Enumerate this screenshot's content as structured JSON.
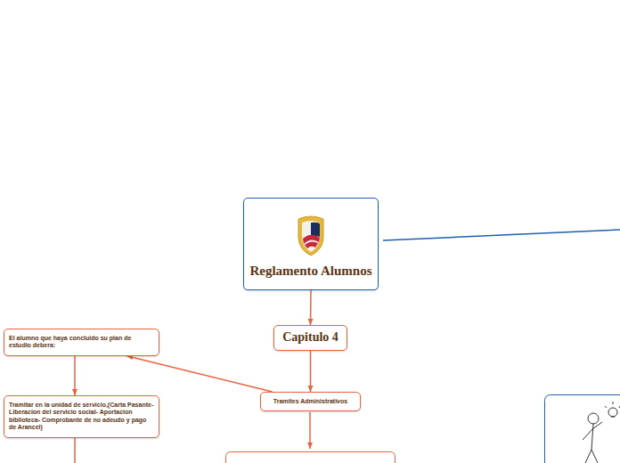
{
  "diagram": {
    "nodes": [
      {
        "text": [
          "Reglamento Alumnos"
        ]
      },
      {
        "text": [
          "Capitulo 4"
        ]
      },
      {
        "text": [
          "Tramites Administrativos"
        ]
      },
      {
        "text": [
          "El alumno que haya concluido su plan de estudio debera:"
        ]
      },
      {
        "text": [
          "Tramitar en la unidad de servicio,(Carta Pasante- Liberacion del servicio social- Aportacion biblioteca- Comprobante de no adeudo y pago de Arancel)"
        ]
      }
    ],
    "edges": [
      {
        "from": 0,
        "to": 1,
        "arrow": "to"
      },
      {
        "from": 1,
        "to": 2,
        "arrow": "to"
      },
      {
        "from": 2,
        "to": 3,
        "arrow": "to"
      },
      {
        "from": 3,
        "to": 4,
        "arrow": "to"
      }
    ]
  }
}
